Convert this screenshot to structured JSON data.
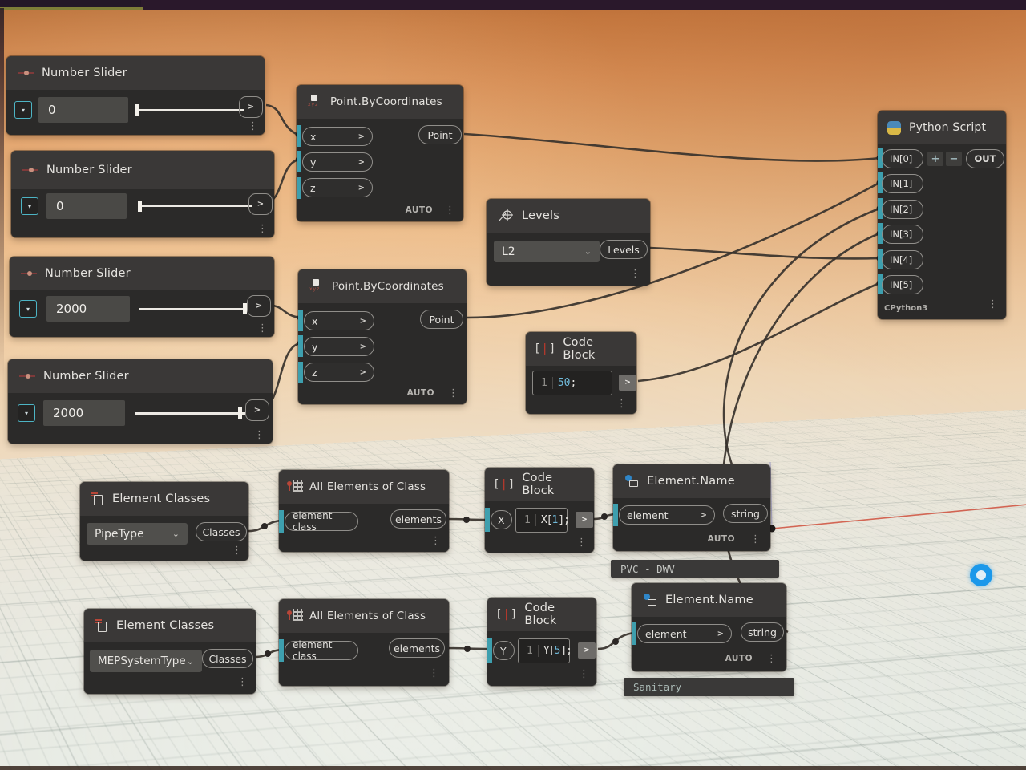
{
  "marks": {
    "gt": ">",
    "dots": "⋮",
    "caret": "▾",
    "chev": "⌄",
    "plus": "+",
    "minus": "−",
    "xyz": "xyz",
    "br_l": "[",
    "br_m": "|",
    "br_r": "]"
  },
  "sliders": [
    {
      "title": "Number Slider",
      "value": "0"
    },
    {
      "title": "Number Slider",
      "value": "0"
    },
    {
      "title": "Number Slider",
      "value": "2000"
    },
    {
      "title": "Number Slider",
      "value": "2000"
    }
  ],
  "points": [
    {
      "title": "Point.ByCoordinates",
      "inputs": [
        "x",
        "y",
        "z"
      ],
      "output": "Point",
      "lacing": "AUTO"
    },
    {
      "title": "Point.ByCoordinates",
      "inputs": [
        "x",
        "y",
        "z"
      ],
      "output": "Point",
      "lacing": "AUTO"
    }
  ],
  "levels": {
    "title": "Levels",
    "selected": "L2",
    "output": "Levels"
  },
  "cb1": {
    "title": "Code Block",
    "line": "1",
    "num": "50",
    "post": ";"
  },
  "cb2": {
    "title": "Code Block",
    "line": "1",
    "input": "X",
    "pre": "X[",
    "num": "1",
    "post": "];"
  },
  "cb3": {
    "title": "Code Block",
    "line": "1",
    "input": "Y",
    "pre": "Y[",
    "num": "5",
    "post": "];"
  },
  "python": {
    "title": "Python Script",
    "inputs": [
      "IN[0]",
      "IN[1]",
      "IN[2]",
      "IN[3]",
      "IN[4]",
      "IN[5]"
    ],
    "output": "OUT",
    "engine": "CPython3"
  },
  "element_classes": [
    {
      "title": "Element Classes",
      "selected": "PipeType",
      "output": "Classes"
    },
    {
      "title": "Element Classes",
      "selected": "MEPSystemType",
      "output": "Classes"
    }
  ],
  "all_elements": [
    {
      "title": "All Elements of Class",
      "input": "element class",
      "output": "elements"
    },
    {
      "title": "All Elements of Class",
      "input": "element class",
      "output": "elements"
    }
  ],
  "element_names": [
    {
      "title": "Element.Name",
      "input": "element",
      "output": "string",
      "lacing": "AUTO",
      "result": "PVC - DWV"
    },
    {
      "title": "Element.Name",
      "input": "element",
      "output": "string",
      "lacing": "AUTO",
      "result": "Sanitary"
    }
  ],
  "colors": {
    "accent_teal": "#3e9fae",
    "wire": "#37322d",
    "axis_red": "#cf4f3c",
    "cursor_blue": "#1b98ea"
  }
}
